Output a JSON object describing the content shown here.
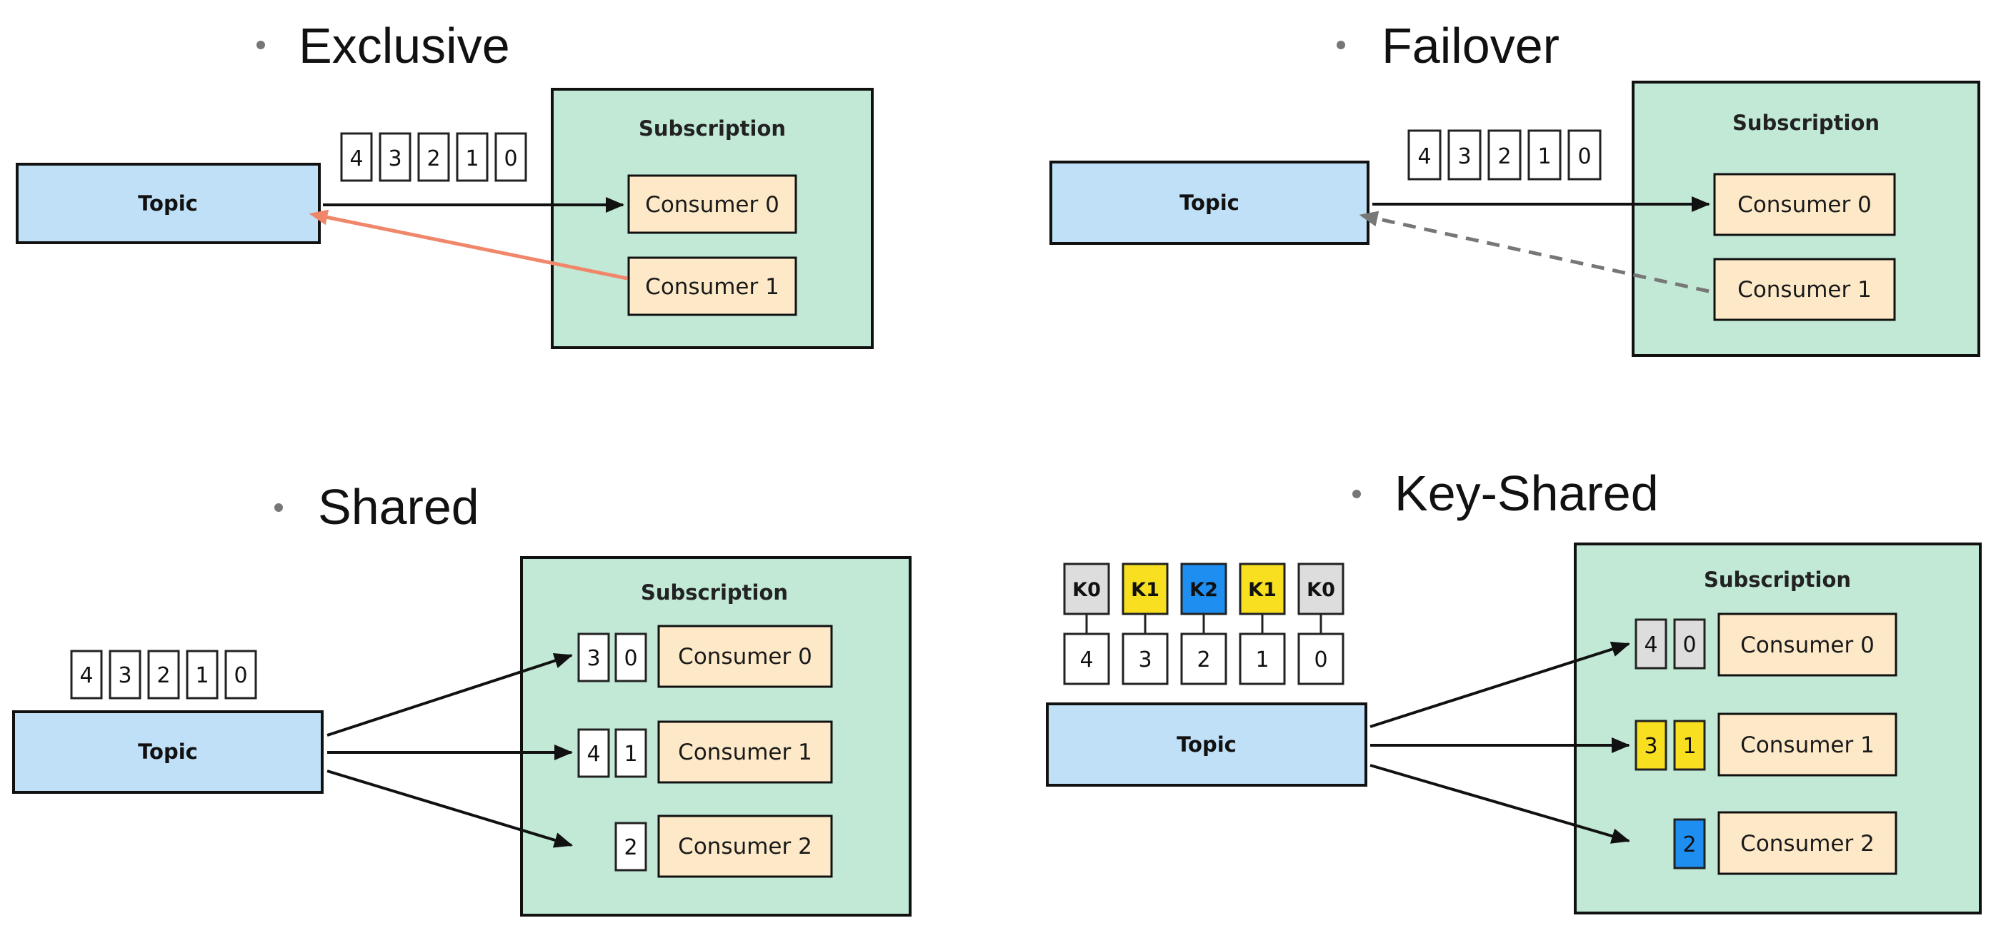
{
  "colors": {
    "topic_fill": "#bfe0f7",
    "subscription_fill": "#c1e9d6",
    "consumer_fill": "#fde9c8",
    "black_arrow": "#111111",
    "salmon_arrow": "#f0866a",
    "dashed_arrow": "#777777",
    "key_k0": "#dddddd",
    "key_k1": "#f8df1f",
    "key_k2": "#1e8ff0"
  },
  "exclusive": {
    "heading": "Exclusive",
    "topic": "Topic",
    "subscription": "Subscription",
    "consumers": [
      "Consumer 0",
      "Consumer 1"
    ],
    "messages": [
      "4",
      "3",
      "2",
      "1",
      "0"
    ]
  },
  "failover": {
    "heading": "Failover",
    "topic": "Topic",
    "subscription": "Subscription",
    "consumers": [
      "Consumer 0",
      "Consumer 1"
    ],
    "messages": [
      "4",
      "3",
      "2",
      "1",
      "0"
    ]
  },
  "shared": {
    "heading": "Shared",
    "topic": "Topic",
    "subscription": "Subscription",
    "consumers": [
      "Consumer 0",
      "Consumer 1",
      "Consumer 2"
    ],
    "messages": [
      "4",
      "3",
      "2",
      "1",
      "0"
    ],
    "assigned": [
      [
        "3",
        "0"
      ],
      [
        "4",
        "1"
      ],
      [
        "2"
      ]
    ]
  },
  "key_shared": {
    "heading": "Key-Shared",
    "topic": "Topic",
    "subscription": "Subscription",
    "consumers": [
      "Consumer 0",
      "Consumer 1",
      "Consumer 2"
    ],
    "keys": [
      "K0",
      "K1",
      "K2",
      "K1",
      "K0"
    ],
    "messages": [
      "4",
      "3",
      "2",
      "1",
      "0"
    ],
    "assigned": [
      [
        "4",
        "0"
      ],
      [
        "3",
        "1"
      ],
      [
        "2"
      ]
    ]
  }
}
